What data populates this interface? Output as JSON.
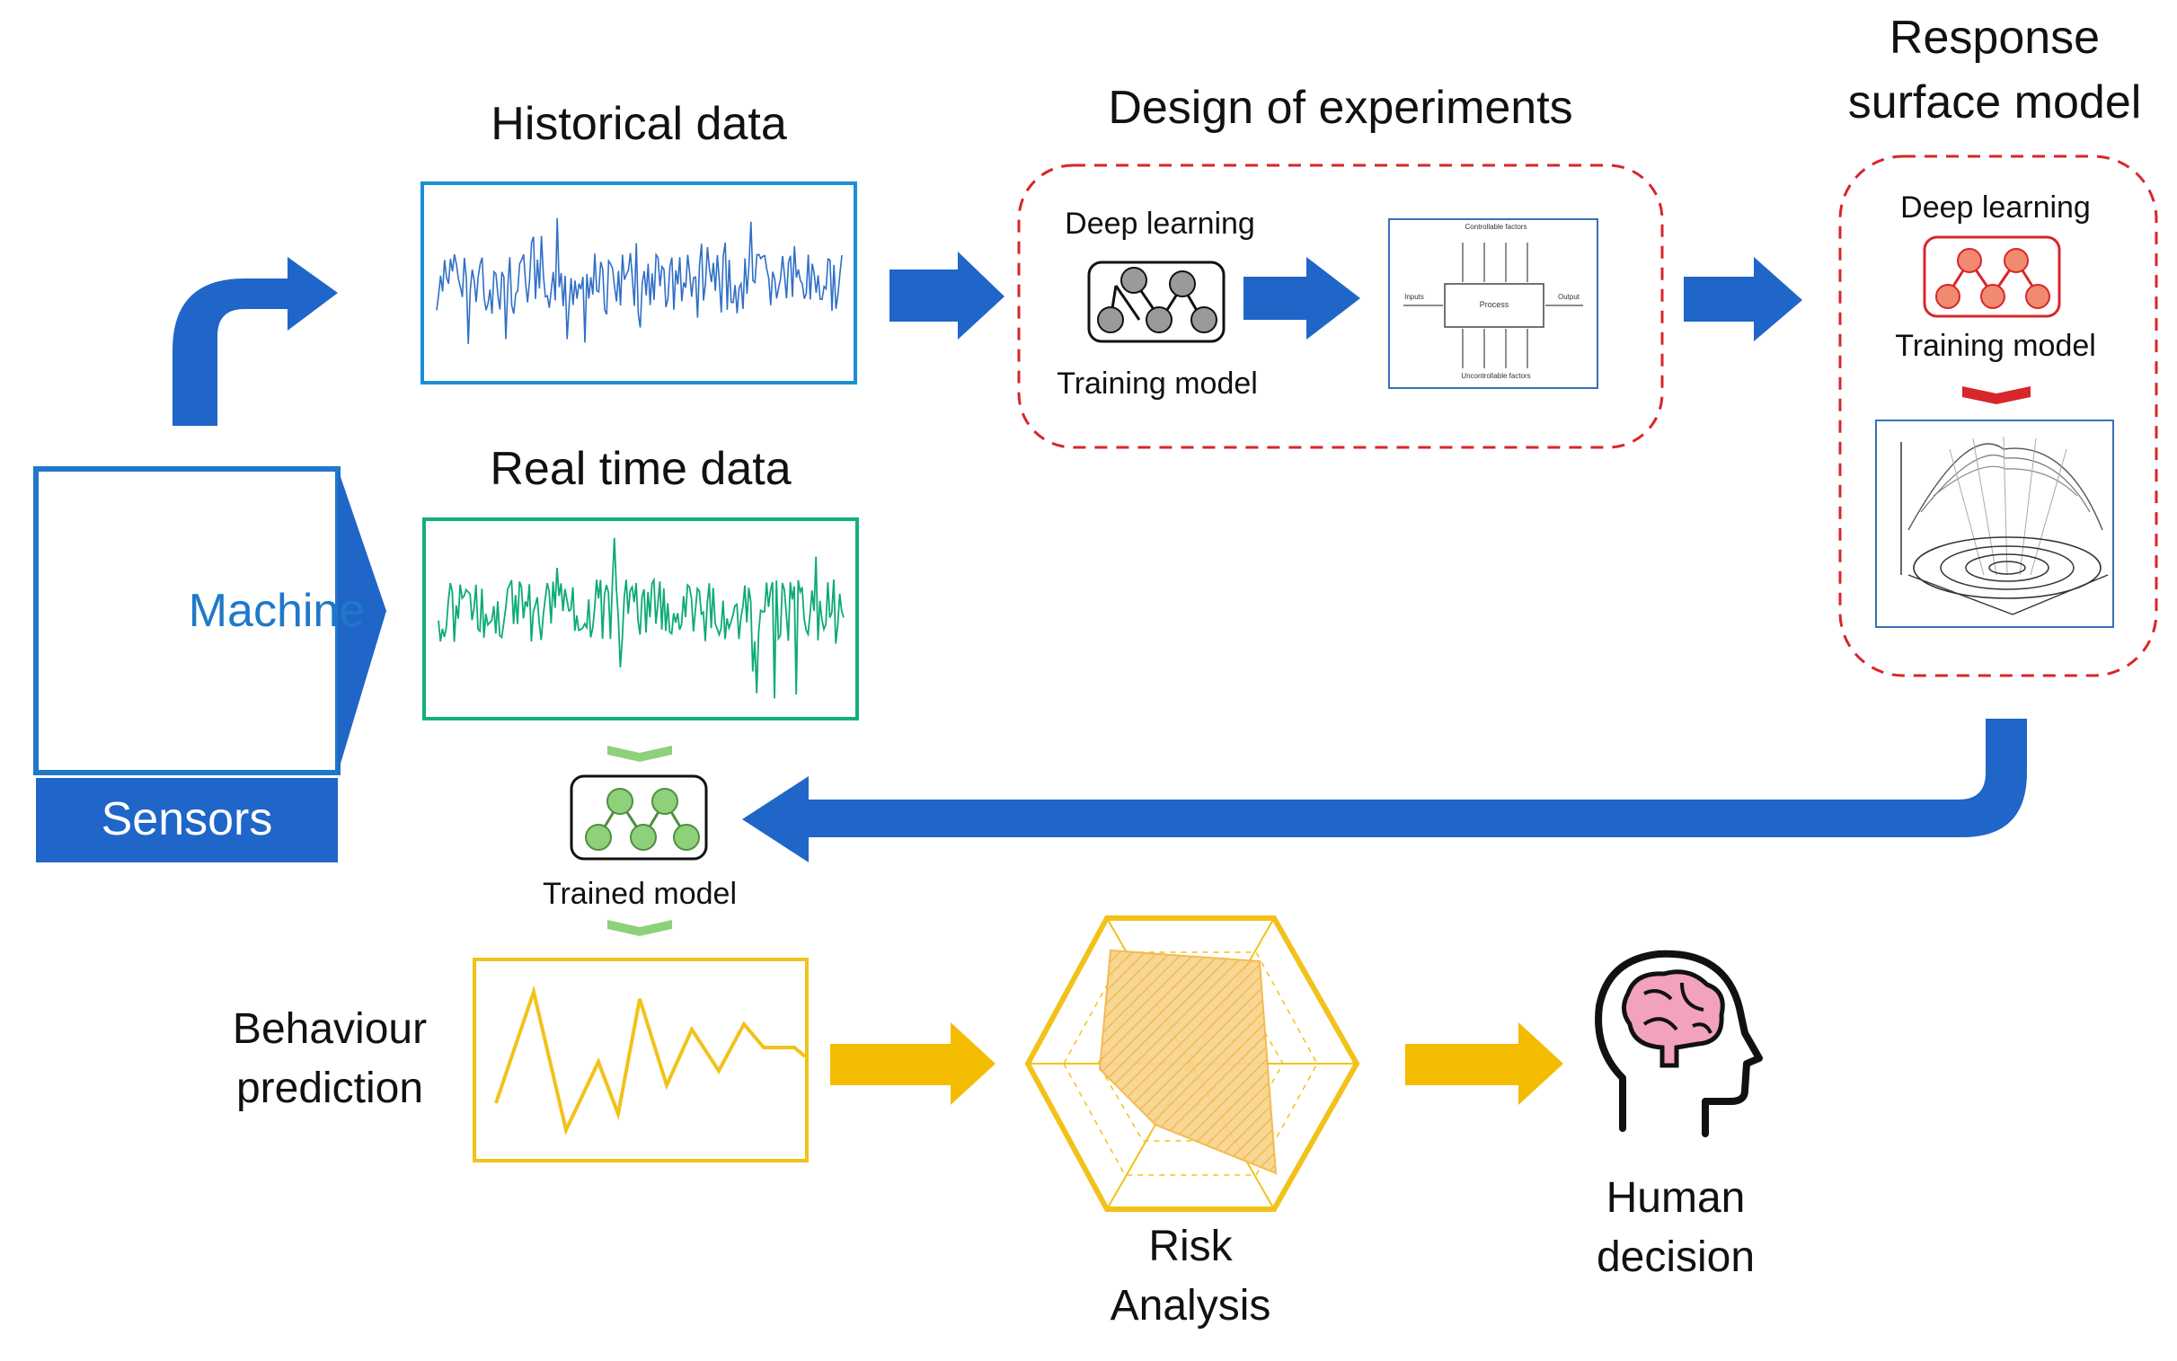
{
  "machine": {
    "label": "Machine",
    "sensors_label": "Sensors"
  },
  "historical": {
    "title": "Historical data",
    "color": "#2f6fc6",
    "border": "#1a8fd6"
  },
  "realtime": {
    "title": "Real time data",
    "color": "#0daa76",
    "border": "#13b07a"
  },
  "doe": {
    "title": "Design of experiments",
    "deep_learning": "Deep learning",
    "training_model": "Training model",
    "process_labels": {
      "controllable": "Controllable factors",
      "inputs": "Inputs",
      "process": "Process",
      "output": "Output",
      "uncontrollable": "Uncontrollable factors"
    }
  },
  "rsm": {
    "title_line1": "Response",
    "title_line2": "surface model",
    "deep_learning": "Deep learning",
    "training_model": "Training model"
  },
  "trained_model": {
    "label": "Trained model"
  },
  "behaviour": {
    "line1": "Behaviour",
    "line2": "prediction",
    "color": "#f2c21a"
  },
  "risk": {
    "line1": "Risk",
    "line2": "Analysis",
    "color": "#f2c21a"
  },
  "human": {
    "line1": "Human",
    "line2": "decision"
  },
  "colors": {
    "blue_arrow": "#1f66c8",
    "gold_arrow": "#f4bc00",
    "red_dash": "#d8262a",
    "net_gray": "#9a9a9a",
    "net_red": "#f08a70",
    "net_green": "#8fd07a",
    "brain_pink": "#f2a2bc"
  },
  "icons": [
    "neural-network-icon",
    "human-head-brain-icon",
    "radar-chart-icon",
    "response-surface-plot-icon"
  ]
}
